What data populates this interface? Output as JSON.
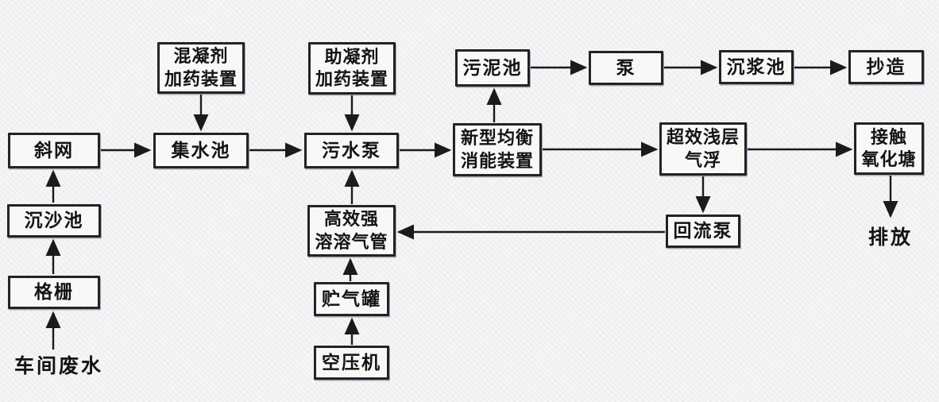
{
  "diagram": {
    "type": "flowchart",
    "colors": {
      "background": "#f0f1f3",
      "box_fill": "#f8f8f7",
      "box_border": "#232327",
      "line": "#1b1b1e",
      "text": "#131316"
    },
    "nodes": [
      {
        "id": "xie-wang",
        "label": "斜网"
      },
      {
        "id": "chen-sha-chi",
        "label": "沉沙池"
      },
      {
        "id": "ge-shan",
        "label": "格栅"
      },
      {
        "id": "hun-ning-ji-jia-yao",
        "label": "混凝剂\n加药装置"
      },
      {
        "id": "ji-shui-chi",
        "label": "集水池"
      },
      {
        "id": "zhu-ning-ji-jia-yao",
        "label": "助凝剂\n加药装置"
      },
      {
        "id": "wu-shui-beng",
        "label": "污水泵"
      },
      {
        "id": "gao-xiao-rong-qi",
        "label": "高效强\n溶溶气管"
      },
      {
        "id": "zhu-qi-guan",
        "label": "贮气罐"
      },
      {
        "id": "kong-ya-ji",
        "label": "空压机"
      },
      {
        "id": "wu-ni-chi",
        "label": "污泥池"
      },
      {
        "id": "beng",
        "label": "泵"
      },
      {
        "id": "chen-jiang-chi",
        "label": "沉浆池"
      },
      {
        "id": "chao-zao",
        "label": "抄造"
      },
      {
        "id": "xin-xing-jun-heng",
        "label": "新型均衡\n消能装置"
      },
      {
        "id": "chao-xiao-qian-ceng",
        "label": "超效浅层\n气浮"
      },
      {
        "id": "jie-chu-yang-hua",
        "label": "接触\n氧化塘"
      },
      {
        "id": "hui-liu-beng",
        "label": "回流泵"
      }
    ],
    "labels": [
      {
        "id": "che-jian-fei-shui",
        "text": "车间废水"
      },
      {
        "id": "pai-fang",
        "text": "排放"
      }
    ],
    "edges": [
      {
        "from": "che-jian-fei-shui",
        "to": "ge-shan"
      },
      {
        "from": "ge-shan",
        "to": "chen-sha-chi"
      },
      {
        "from": "chen-sha-chi",
        "to": "xie-wang"
      },
      {
        "from": "xie-wang",
        "to": "ji-shui-chi"
      },
      {
        "from": "hun-ning-ji-jia-yao",
        "to": "ji-shui-chi"
      },
      {
        "from": "ji-shui-chi",
        "to": "wu-shui-beng"
      },
      {
        "from": "zhu-ning-ji-jia-yao",
        "to": "wu-shui-beng"
      },
      {
        "from": "wu-shui-beng",
        "to": "xin-xing-jun-heng"
      },
      {
        "from": "xin-xing-jun-heng",
        "to": "wu-ni-chi"
      },
      {
        "from": "wu-ni-chi",
        "to": "beng"
      },
      {
        "from": "beng",
        "to": "chen-jiang-chi"
      },
      {
        "from": "chen-jiang-chi",
        "to": "chao-zao"
      },
      {
        "from": "xin-xing-jun-heng",
        "to": "chao-xiao-qian-ceng"
      },
      {
        "from": "chao-xiao-qian-ceng",
        "to": "jie-chu-yang-hua"
      },
      {
        "from": "chao-xiao-qian-ceng",
        "to": "hui-liu-beng"
      },
      {
        "from": "hui-liu-beng",
        "to": "gao-xiao-rong-qi"
      },
      {
        "from": "gao-xiao-rong-qi",
        "to": "wu-shui-beng"
      },
      {
        "from": "kong-ya-ji",
        "to": "zhu-qi-guan"
      },
      {
        "from": "zhu-qi-guan",
        "to": "gao-xiao-rong-qi"
      },
      {
        "from": "jie-chu-yang-hua",
        "to": "pai-fang"
      }
    ]
  }
}
